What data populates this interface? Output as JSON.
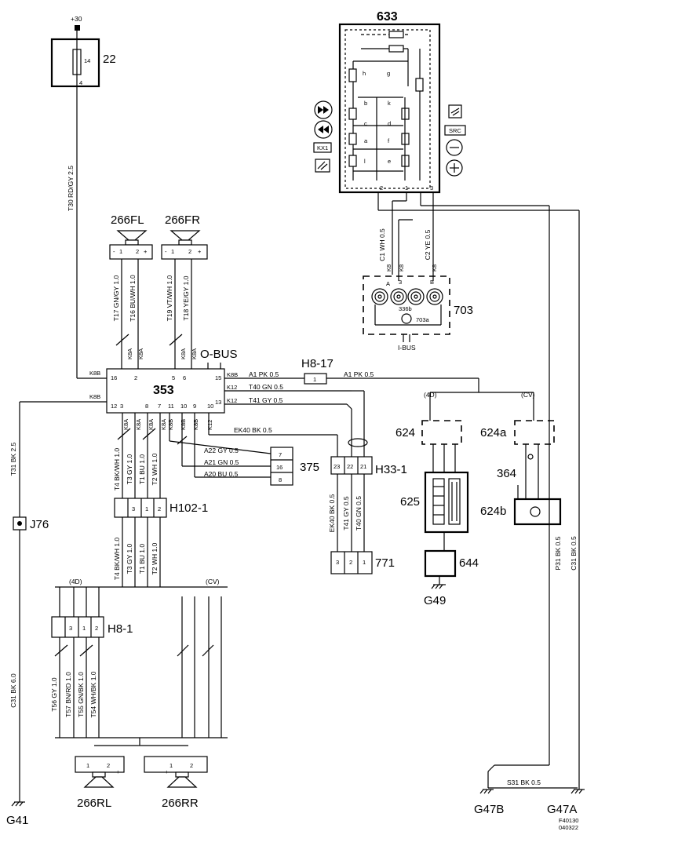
{
  "components": {
    "c633": "633",
    "c22": "22",
    "c353": "353",
    "c703": "703",
    "c703a": "703a",
    "c336b": "336b",
    "c375": "375",
    "c624": "624",
    "c624a": "624a",
    "c624b": "624b",
    "c625": "625",
    "c644": "644",
    "c364": "364",
    "c771": "771",
    "c266FL": "266FL",
    "c266FR": "266FR",
    "c266RL": "266RL",
    "c266RR": "266RR"
  },
  "connectors": {
    "H8_17": "H8-17",
    "H33_1": "H33-1",
    "H102_1": "H102-1",
    "H8_1": "H8-1",
    "J76": "J76"
  },
  "grounds": {
    "G41": "G41",
    "G49": "G49",
    "G47B": "G47B",
    "G47A": "G47A"
  },
  "labels": {
    "plus30": "+30",
    "obus": "O-BUS",
    "ibus": "I-BUS",
    "d4": "(4D)",
    "cv": "(CV)",
    "kx1": "KX1",
    "src": "SRC",
    "code1": "F40130",
    "code2": "040322"
  },
  "wires": {
    "t30": "T30 RD/GY 2.5",
    "t31": "T31 BK 2.5",
    "c31v": "C31 BK 6.0",
    "t17": "T17 GN/GY 1.0",
    "t16": "T16 BU/WH 1.0",
    "t19": "T19 VT/WH 1.0",
    "t18": "T18 YE/GY 1.0",
    "a1": "A1 PK 0.5",
    "a1b": "A1 PK 0.5",
    "t40": "T40 GN 0.5",
    "t41": "T41 GY 0.5",
    "ek40": "EK40 BK 0.5",
    "a22": "A22 GY 0.5",
    "a21": "A21 GN 0.5",
    "a20": "A20 BU 0.5",
    "t4": "T4 BK/WH 1.0",
    "t3": "T3 GY 1.0",
    "t1": "T1 BU 1.0",
    "t2": "T2 WH 1.0",
    "t4b": "T4 BK/WH 1.0",
    "t3b": "T3 GY 1.0",
    "t1b": "T1 BU 1.0",
    "t2b": "T2 WH 1.0",
    "ek40v": "EK40 BK 0.5",
    "t41v": "T41 GY 0.5",
    "t40v": "T40 GN 0.5",
    "c1": "C1 WH 0.5",
    "c2": "C2 YE 0.5",
    "p31": "P31 BK 0.5",
    "c31": "C31 BK 0.5",
    "s31": "S31 BK 0.5",
    "t56": "T56 GY 1.0",
    "t57": "T57 BN/RD 1.0",
    "t55": "T55 GN/BK 1.0",
    "t54": "T54 WH/BK 1.0"
  },
  "pins": {
    "p14": "14",
    "p4": "4",
    "k8b": "K8B",
    "k8a": "K8A",
    "k8": "K8",
    "k12": "K12",
    "n16": "16",
    "n12": "12",
    "n2": "2",
    "n1": "1",
    "n3": "3",
    "n5": "5",
    "n6": "6",
    "n7": "7",
    "n8": "8",
    "n9": "9",
    "n10": "10",
    "n11": "11",
    "n13": "13",
    "n15": "15",
    "n21": "21",
    "n22": "22",
    "n23": "23",
    "pa": "A",
    "pb": "B",
    "pminus": "-",
    "pplus": "+",
    "sa": "a",
    "sb": "b",
    "sc": "c",
    "sd": "d",
    "se": "e",
    "sf": "f",
    "sg": "g",
    "sh": "h",
    "sk": "k",
    "sl": "l"
  }
}
